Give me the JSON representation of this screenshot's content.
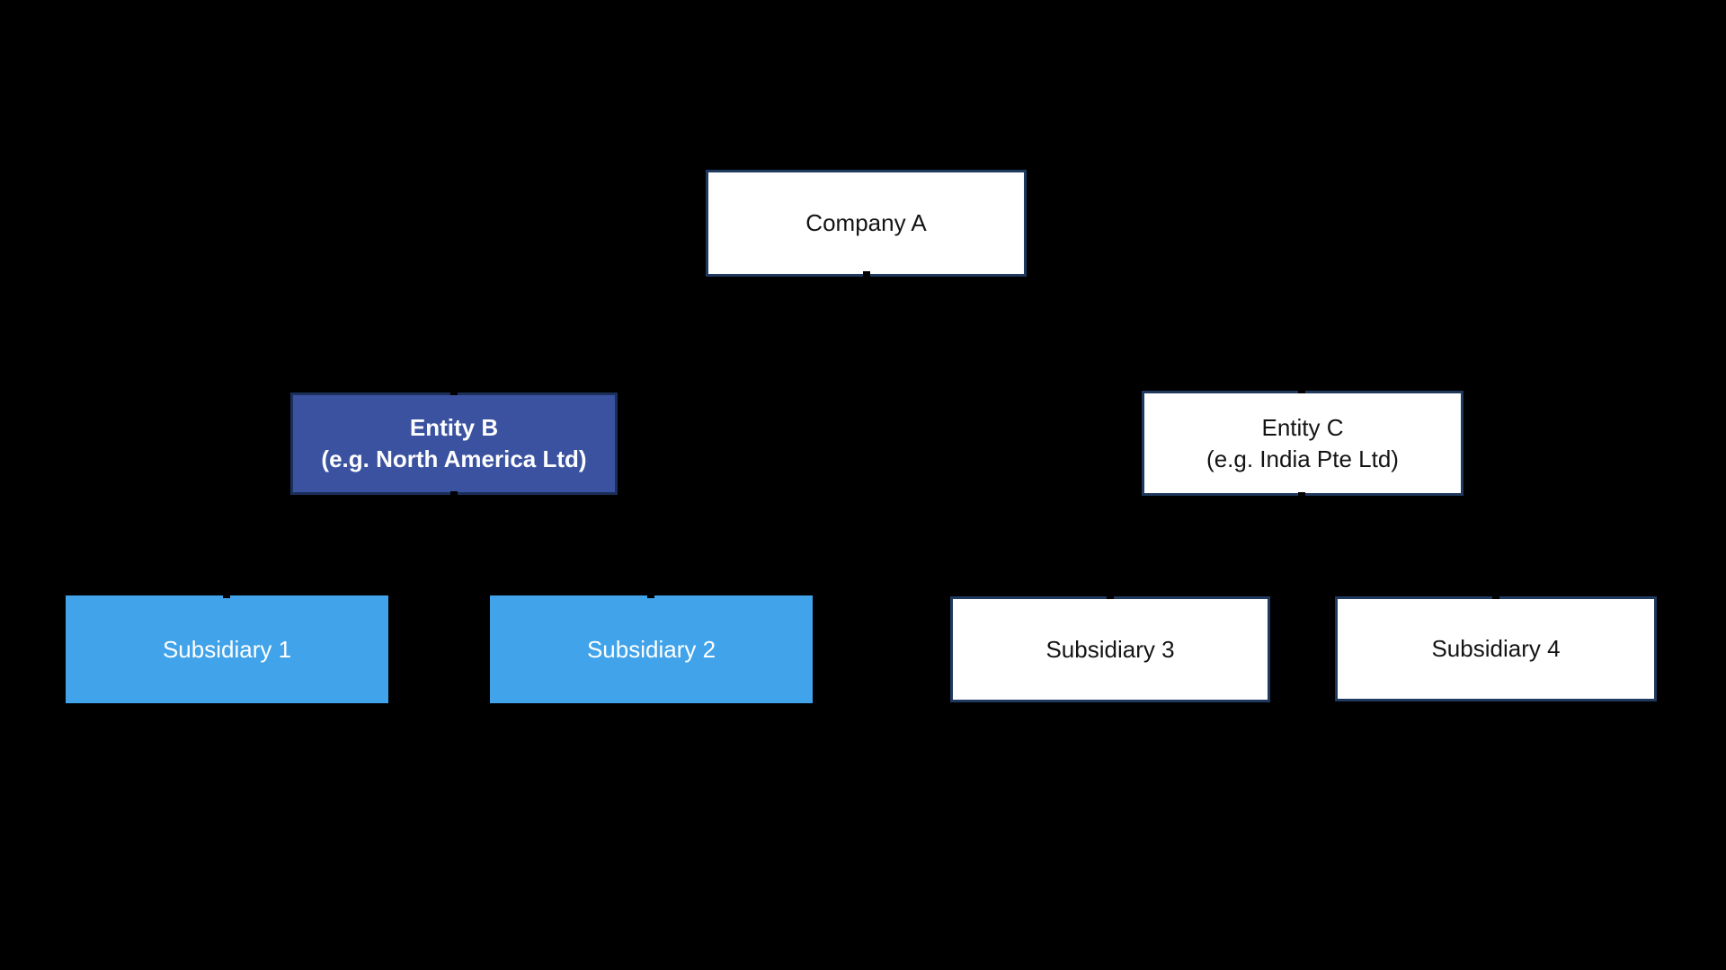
{
  "colors": {
    "background": "#000000",
    "outline_node_fill": "#FFFFFF",
    "outline_node_border": "#20395E",
    "primary_node_fill": "#3A52A0",
    "primary_node_border": "#1B2F5A",
    "accent_node_fill": "#41A3E9",
    "dark_text": "#141414",
    "light_text": "#FFFFFF",
    "connector": "#000000"
  },
  "diagram": {
    "type": "org-chart",
    "nodes": {
      "company_a": {
        "line1": "Company A"
      },
      "entity_b": {
        "line1": "Entity B",
        "line2": "(e.g. North America Ltd)"
      },
      "entity_c": {
        "line1": "Entity C",
        "line2": "(e.g. India Pte Ltd)"
      },
      "subsidiary_1": {
        "line1": "Subsidiary 1"
      },
      "subsidiary_2": {
        "line1": "Subsidiary 2"
      },
      "subsidiary_3": {
        "line1": "Subsidiary 3"
      },
      "subsidiary_4": {
        "line1": "Subsidiary 4"
      }
    },
    "edges": [
      {
        "from": "Company A",
        "to": "Entity B"
      },
      {
        "from": "Company A",
        "to": "Entity C"
      },
      {
        "from": "Entity B",
        "to": "Subsidiary 1"
      },
      {
        "from": "Entity B",
        "to": "Subsidiary 2"
      },
      {
        "from": "Entity C",
        "to": "Subsidiary 3"
      },
      {
        "from": "Entity C",
        "to": "Subsidiary 4"
      }
    ]
  }
}
